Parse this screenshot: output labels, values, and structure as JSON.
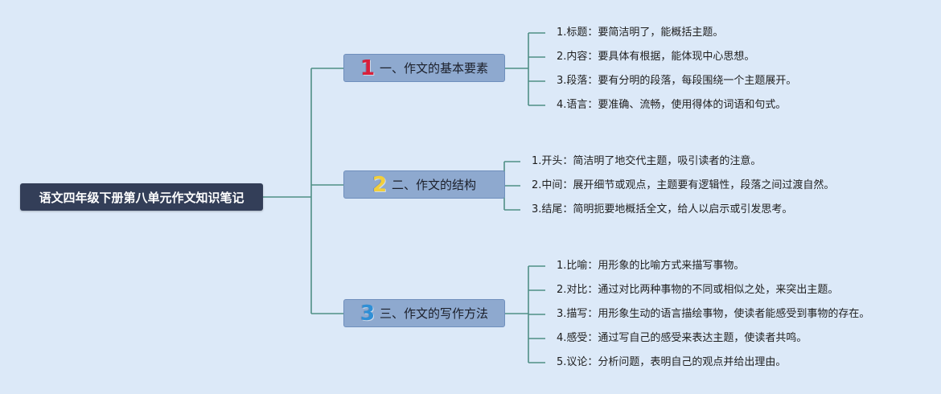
{
  "root": {
    "label": "语文四年级下册第八单元作文知识笔记"
  },
  "branches": [
    {
      "number": "1",
      "label": "一、作文的基本要素",
      "color": "#d8203c",
      "items": [
        "1.标题：要简洁明了，能概括主题。",
        "2.内容：要具体有根据，能体现中心思想。",
        "3.段落：要有分明的段落，每段围绕一个主题展开。",
        "4.语言：要准确、流畅，使用得体的词语和句式。"
      ]
    },
    {
      "number": "2",
      "label": "二、作文的结构",
      "color": "#f2cf3a",
      "items": [
        "1.开头：简洁明了地交代主题，吸引读者的注意。",
        "2.中间：展开细节或观点，主题要有逻辑性，段落之间过渡自然。",
        "3.结尾：简明扼要地概括全文，给人以启示或引发思考。"
      ]
    },
    {
      "number": "3",
      "label": "三、作文的写作方法",
      "color": "#2f8fd6",
      "items": [
        "1.比喻：用形象的比喻方式来描写事物。",
        "2.对比：通过对比两种事物的不同或相似之处，来突出主题。",
        "3.描写：用形象生动的语言描绘事物，使读者能感受到事物的存在。",
        "4.感受：通过写自己的感受来表达主题，使读者共鸣。",
        "5.议论：分析问题，表明自己的观点并给出理由。"
      ]
    }
  ],
  "line_color": "#4f8f86"
}
